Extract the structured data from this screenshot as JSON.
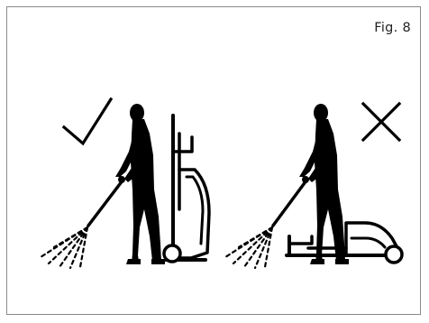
{
  "figure": {
    "label": "Fig. 8"
  },
  "panels": [
    {
      "name": "correct-usage",
      "mark": "check-icon",
      "meaning": "correct"
    },
    {
      "name": "incorrect-usage",
      "mark": "cross-icon",
      "meaning": "incorrect"
    }
  ],
  "colors": {
    "ink": "#000000",
    "frame": "#8a8a8a",
    "background": "#ffffff"
  }
}
